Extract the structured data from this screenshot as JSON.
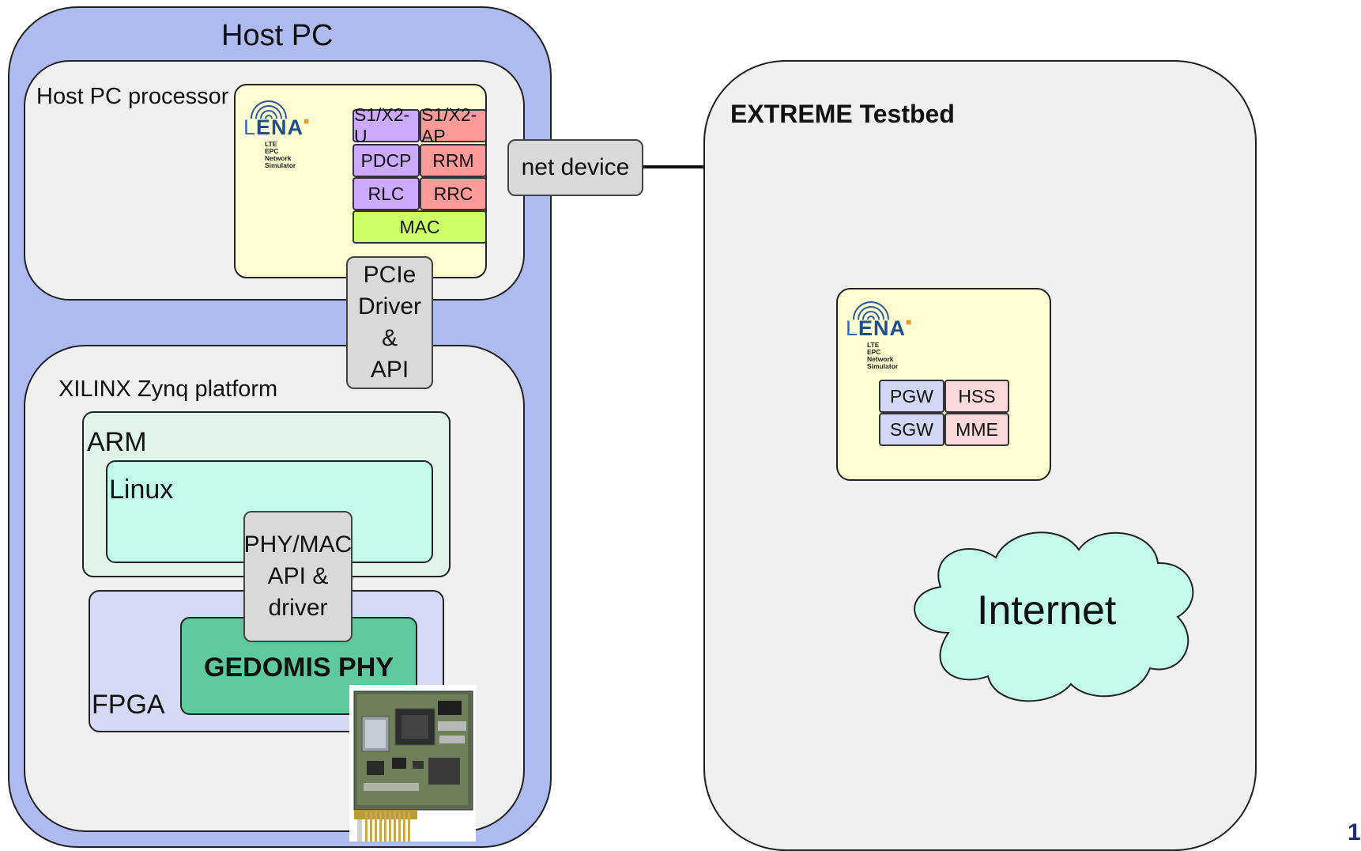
{
  "host_pc": {
    "title": "Host PC",
    "processor_label": "Host PC processor",
    "lena_logo": {
      "word": "ENA",
      "letter": "L",
      "tagline": "LTE\nEPC\nNetwork\nSimulator"
    },
    "stack": {
      "row1": [
        "S1/X2-U",
        "S1/X2-AP"
      ],
      "row2": [
        "PDCP",
        "RRM"
      ],
      "row3": [
        "RLC",
        "RRC"
      ],
      "row4": "MAC"
    },
    "net_device": "net device",
    "pcie_driver": [
      "PCIe",
      "Driver &",
      "API"
    ],
    "zynq_label": "XILINX Zynq platform",
    "arm_label": "ARM",
    "linux_label": "Linux",
    "phy_mac_driver": [
      "PHY/MAC",
      "API &",
      "driver"
    ],
    "fpga_label": "FPGA",
    "gedomis": "GEDOMIS PHY"
  },
  "testbed": {
    "title": "EXTREME Testbed",
    "lena_logo": {
      "word": "ENA",
      "letter": "L",
      "tagline": "LTE\nEPC\nNetwork\nSimulator"
    },
    "epc": {
      "row1": [
        "PGW",
        "HSS"
      ],
      "row2": [
        "SGW",
        "MME"
      ]
    },
    "cloud_label": "Internet"
  },
  "page_number": "1",
  "colors": {
    "host_pc_bg": "#aebbf0",
    "panel_bg": "#f0f0f0",
    "lena_bg": "#fdfdd2",
    "purple": "#ccaaff",
    "red": "#ff9a9a",
    "mac_green": "#ccff66",
    "arm_bg": "#dff3ea",
    "linux_bg": "#c3fbea",
    "fpga_bg": "#d6d9f6",
    "gedomis_bg": "#5ec89e",
    "epc_blue": "#d3d6f4",
    "epc_pink": "#fbd8da",
    "cloud_bg": "#c3fbea",
    "page_num": "#1b2f7a"
  }
}
